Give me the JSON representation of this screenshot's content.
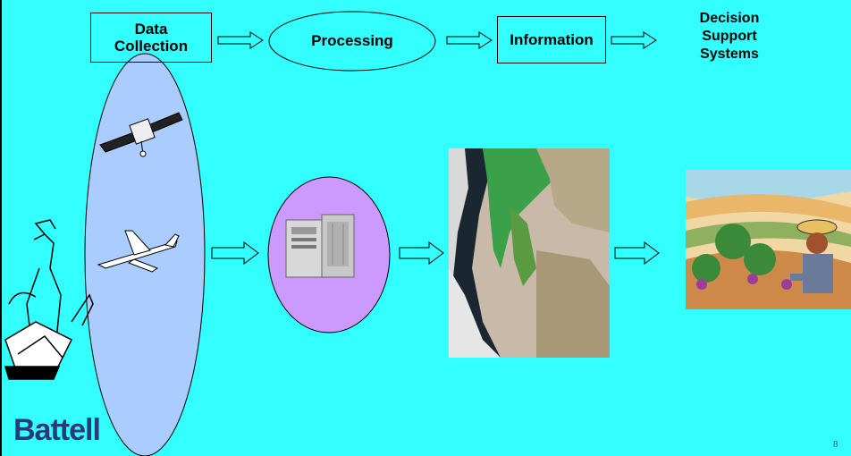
{
  "flow": {
    "data_collection": "Data Collection",
    "processing": "Processing",
    "information": "Information",
    "decision_support": "Decision Support Systems"
  },
  "logo": "Battell",
  "page_number": "8",
  "colors": {
    "background": "#33ffff",
    "collection_ellipse": "#aaccff",
    "processing_circle": "#cc99ff",
    "logo": "#2a3a78"
  },
  "icons": [
    "satellite-icon",
    "airplane-icon",
    "server-icon",
    "satellite-image",
    "vineyard-farmer-image",
    "engineer-clipart"
  ]
}
